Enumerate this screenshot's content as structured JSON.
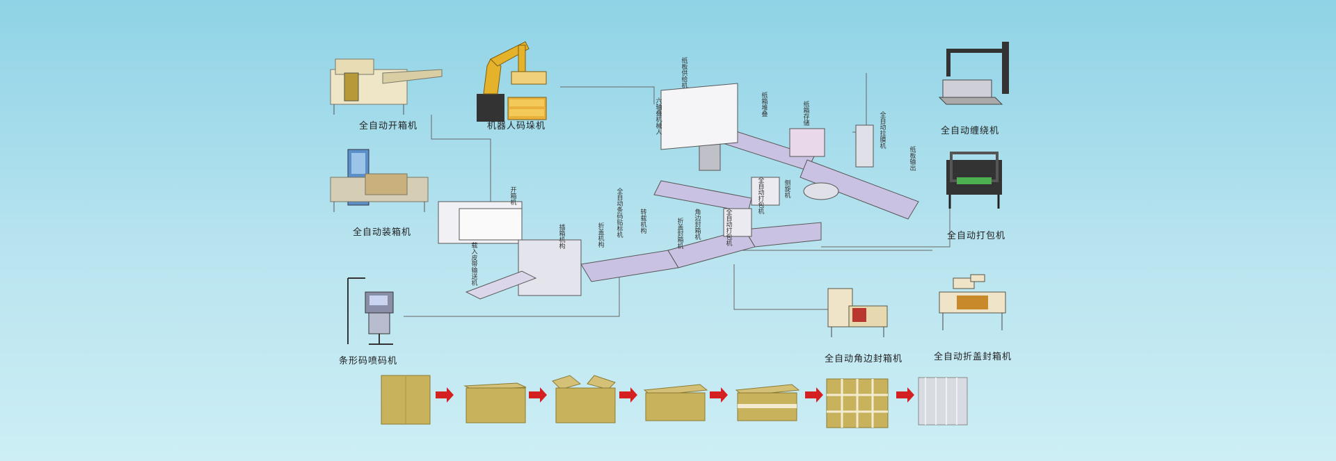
{
  "machines": [
    {
      "key": "box_erector",
      "label": "全自动开箱机"
    },
    {
      "key": "robot_palletizer",
      "label": "机器人码垛机"
    },
    {
      "key": "case_packer",
      "label": "全自动装箱机"
    },
    {
      "key": "barcode_printer",
      "label": "条形码喷码机"
    },
    {
      "key": "wrapping_machine",
      "label": "全自动缠绕机"
    },
    {
      "key": "strapping_machine",
      "label": "全自动打包机"
    },
    {
      "key": "corner_sealer",
      "label": "全自动角边封箱机"
    },
    {
      "key": "fold_sealer",
      "label": "全自动折盖封箱机"
    }
  ],
  "line_labels": [
    {
      "key": "l1",
      "text": "纸板供给机"
    },
    {
      "key": "l2",
      "text": "六轴叠机械人"
    },
    {
      "key": "l3",
      "text": "纸箱堆叠"
    },
    {
      "key": "l4",
      "text": "纸箱存储"
    },
    {
      "key": "l5",
      "text": "全自动拉膜机"
    },
    {
      "key": "l6",
      "text": "纸板输出"
    },
    {
      "key": "l7",
      "text": "全自动打包机"
    },
    {
      "key": "l8",
      "text": "开箱机"
    },
    {
      "key": "l9",
      "text": "载入皮带输送机"
    },
    {
      "key": "l10",
      "text": "插箱机构"
    },
    {
      "key": "l11",
      "text": "折盖机构"
    },
    {
      "key": "l12",
      "text": "全自动条码贴标机"
    },
    {
      "key": "l13",
      "text": "转载机构"
    },
    {
      "key": "l14",
      "text": "折盖封箱机"
    },
    {
      "key": "l15",
      "text": "角边封箱机"
    },
    {
      "key": "l16",
      "text": "全自动打包机"
    },
    {
      "key": "l17",
      "text": "侧旋机"
    }
  ],
  "process_steps": [
    {
      "key": "s1",
      "icon": "flat-carton-icon"
    },
    {
      "key": "s2",
      "icon": "open-carton-icon"
    },
    {
      "key": "s3",
      "icon": "filled-carton-icon"
    },
    {
      "key": "s4",
      "icon": "sealed-carton-icon"
    },
    {
      "key": "s5",
      "icon": "taped-carton-icon"
    },
    {
      "key": "s6",
      "icon": "strapped-pallet-icon"
    },
    {
      "key": "s7",
      "icon": "wrapped-pallet-icon"
    }
  ],
  "colors": {
    "carton": "#c8b25c",
    "arrow": "#d42020",
    "line": "#555555"
  }
}
